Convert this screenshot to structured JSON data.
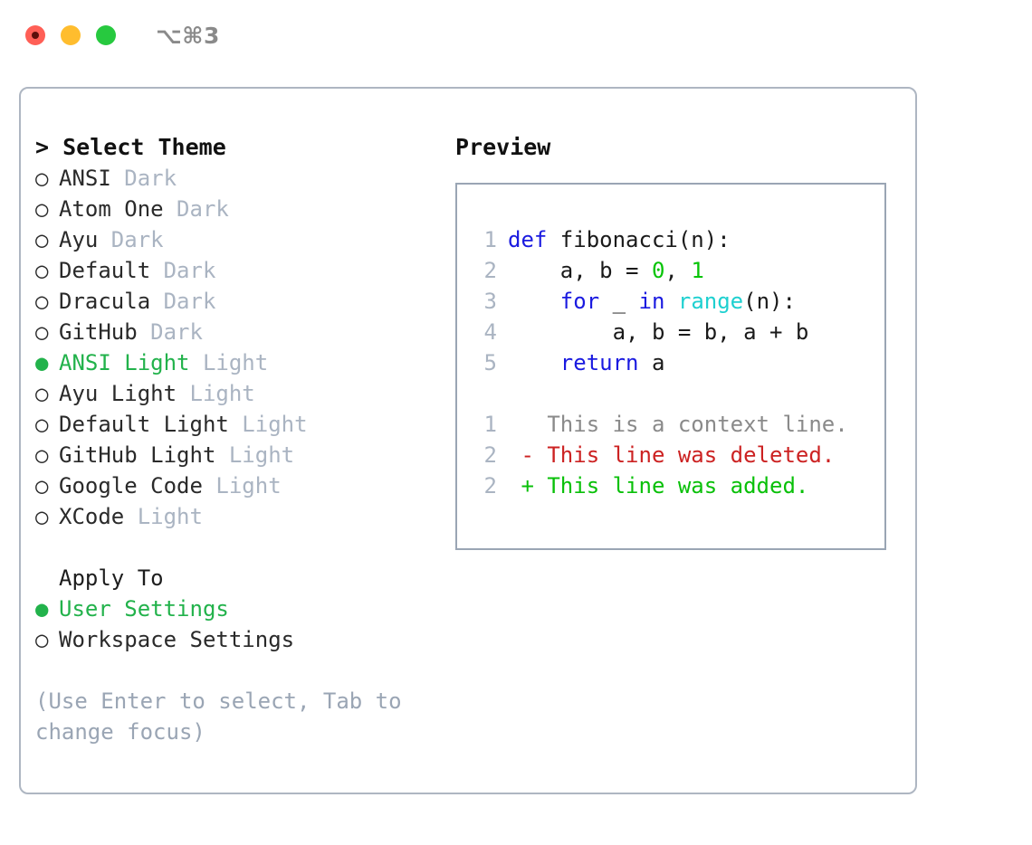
{
  "titlebar": {
    "shortcut": "⌥⌘3",
    "buttons": {
      "close": "close",
      "minimize": "minimize",
      "maximize": "maximize"
    }
  },
  "theme_picker": {
    "header_marker": ">",
    "header": "Select Theme",
    "bullet_off": "○",
    "bullet_on": "●",
    "options": [
      {
        "name": "ANSI",
        "suffix": "Dark",
        "selected": false
      },
      {
        "name": "Atom One",
        "suffix": "Dark",
        "selected": false
      },
      {
        "name": "Ayu",
        "suffix": "Dark",
        "selected": false
      },
      {
        "name": "Default",
        "suffix": "Dark",
        "selected": false
      },
      {
        "name": "Dracula",
        "suffix": "Dark",
        "selected": false
      },
      {
        "name": "GitHub",
        "suffix": "Dark",
        "selected": false
      },
      {
        "name": "ANSI Light",
        "suffix": "Light",
        "selected": true
      },
      {
        "name": "Ayu Light",
        "suffix": "Light",
        "selected": false
      },
      {
        "name": "Default Light",
        "suffix": "Light",
        "selected": false
      },
      {
        "name": "GitHub Light",
        "suffix": "Light",
        "selected": false
      },
      {
        "name": "Google Code",
        "suffix": "Light",
        "selected": false
      },
      {
        "name": "XCode",
        "suffix": "Light",
        "selected": false
      }
    ]
  },
  "apply_to": {
    "header": "Apply To",
    "options": [
      {
        "name": "User Settings",
        "selected": true
      },
      {
        "name": "Workspace Settings",
        "selected": false
      }
    ]
  },
  "hint": "(Use Enter to select, Tab to change focus)",
  "preview": {
    "title": "Preview",
    "code": {
      "lines": [
        {
          "no": "1",
          "segments": [
            {
              "t": "def ",
              "c": "kw"
            },
            {
              "t": "fibonacci(n):",
              "c": "pl"
            }
          ]
        },
        {
          "no": "2",
          "segments": [
            {
              "t": "    a, b = ",
              "c": "pl"
            },
            {
              "t": "0",
              "c": "num"
            },
            {
              "t": ", ",
              "c": "pl"
            },
            {
              "t": "1",
              "c": "num"
            }
          ]
        },
        {
          "no": "3",
          "segments": [
            {
              "t": "    ",
              "c": "pl"
            },
            {
              "t": "for",
              "c": "kw"
            },
            {
              "t": " _ ",
              "c": "pl"
            },
            {
              "t": "in",
              "c": "kw"
            },
            {
              "t": " ",
              "c": "pl"
            },
            {
              "t": "range",
              "c": "fn"
            },
            {
              "t": "(n):",
              "c": "pl"
            }
          ]
        },
        {
          "no": "4",
          "segments": [
            {
              "t": "        a, b = b, a + b",
              "c": "pl"
            }
          ]
        },
        {
          "no": "5",
          "segments": [
            {
              "t": "    ",
              "c": "pl"
            },
            {
              "t": "return",
              "c": "kw"
            },
            {
              "t": " a",
              "c": "pl"
            }
          ]
        }
      ]
    },
    "diff": {
      "lines": [
        {
          "no": "1",
          "sign": " ",
          "text": "This is a context line.",
          "kind": "ctx"
        },
        {
          "no": "2",
          "sign": "-",
          "text": "This line was deleted.",
          "kind": "del"
        },
        {
          "no": "2",
          "sign": "+",
          "text": "This line was added.",
          "kind": "add"
        }
      ]
    }
  },
  "colors": {
    "keyword": "#1a1ae0",
    "function": "#1ed0d0",
    "number": "#06c406",
    "selected_green": "#22b24b",
    "diff_added": "#09c009",
    "diff_deleted": "#cc2222",
    "muted": "#aab4c2",
    "border": "#aeb6c2",
    "traffic_close": "#ff5f56",
    "traffic_min": "#ffbd2e",
    "traffic_max": "#27c93f"
  }
}
